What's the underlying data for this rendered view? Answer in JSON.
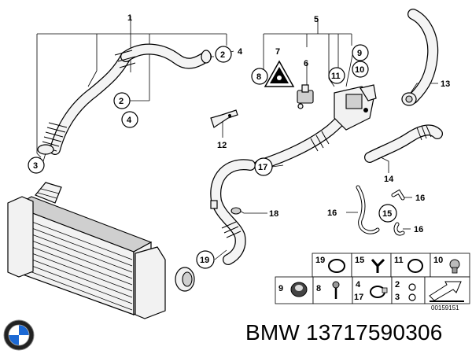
{
  "callouts": {
    "c1": "1",
    "c2a": "2",
    "c2b": "2",
    "c3": "3",
    "c4a": "4",
    "c4b": "4",
    "c5": "5",
    "c6": "6",
    "c7": "7",
    "c8": "8",
    "c9": "9",
    "c10": "10",
    "c11": "11",
    "c12": "12",
    "c13": "13",
    "c14": "14",
    "c15": "15",
    "c16a": "16",
    "c16b": "16",
    "c16c": "16",
    "c17": "17",
    "c18": "18",
    "c19": "19"
  },
  "legend": {
    "k19": "19",
    "k15": "15",
    "k11": "11",
    "k10": "10",
    "k9": "9",
    "k8": "8",
    "k4": "4",
    "k17": "17",
    "k2": "2",
    "k3": "3"
  },
  "diagram_code": "00159151",
  "brand": {
    "name": "BMW",
    "part_number": "13717590306",
    "logo_blue": "#1c69d4"
  },
  "icons": {
    "logo": "bmw-roundel-icon",
    "warning": "warning-triangle-icon",
    "arrow": "shipping-arrow-icon"
  }
}
